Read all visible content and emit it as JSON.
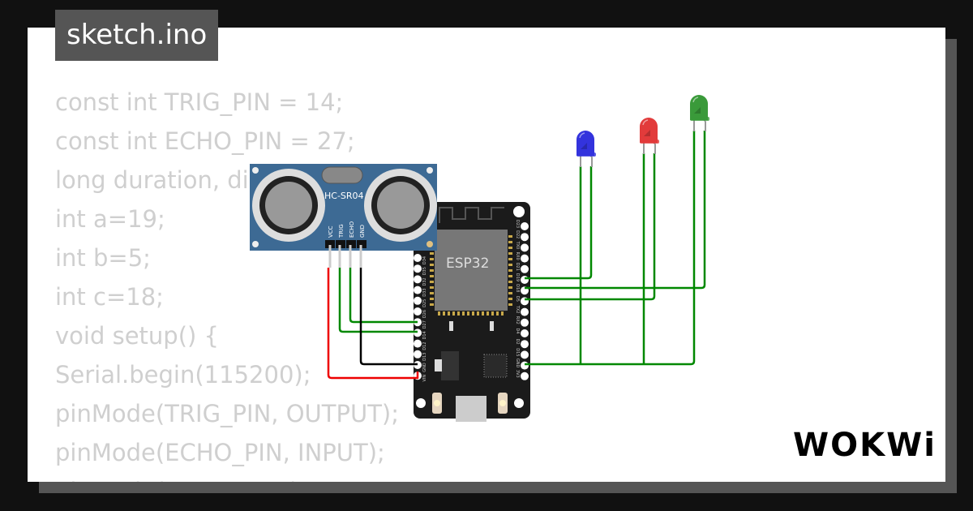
{
  "title": "sketch.ino",
  "code_lines": [
    "const int TRIG_PIN = 14;",
    "const int ECHO_PIN = 27;",
    "long duration, distance;",
    "int a=19;",
    "int b=5;",
    "int c=18;",
    "void setup() {",
    "Serial.begin(115200);",
    "pinMode(TRIG_PIN, OUTPUT);",
    "pinMode(ECHO_PIN, INPUT);",
    "pinMode(a, OUTPUT);"
  ],
  "sensor": {
    "label": "HC-SR04",
    "pins": [
      "VCC",
      "TRIG",
      "ECHO",
      "GND"
    ]
  },
  "board": {
    "label": "ESP32",
    "left_pins": [
      "D34",
      "D35",
      "D32",
      "D33",
      "D25",
      "D26",
      "D27",
      "D14",
      "D12",
      "D13",
      "GND",
      "VIN"
    ],
    "right_pins": [
      "D23",
      "D22",
      "TX0",
      "RX0",
      "D21",
      "D19",
      "D18",
      "D5",
      "TX2",
      "RX2",
      "D4",
      "D2",
      "D15",
      "GND",
      "3V3"
    ]
  },
  "leds": [
    {
      "color_name": "blue",
      "color": "#3333dd"
    },
    {
      "color_name": "red",
      "color": "#e23b3b"
    },
    {
      "color_name": "green",
      "color": "#3a9a3a"
    }
  ],
  "wire_colors": {
    "power": "#ee0000",
    "ground": "#000000",
    "signal": "#008800"
  },
  "logo": "WOKWi"
}
